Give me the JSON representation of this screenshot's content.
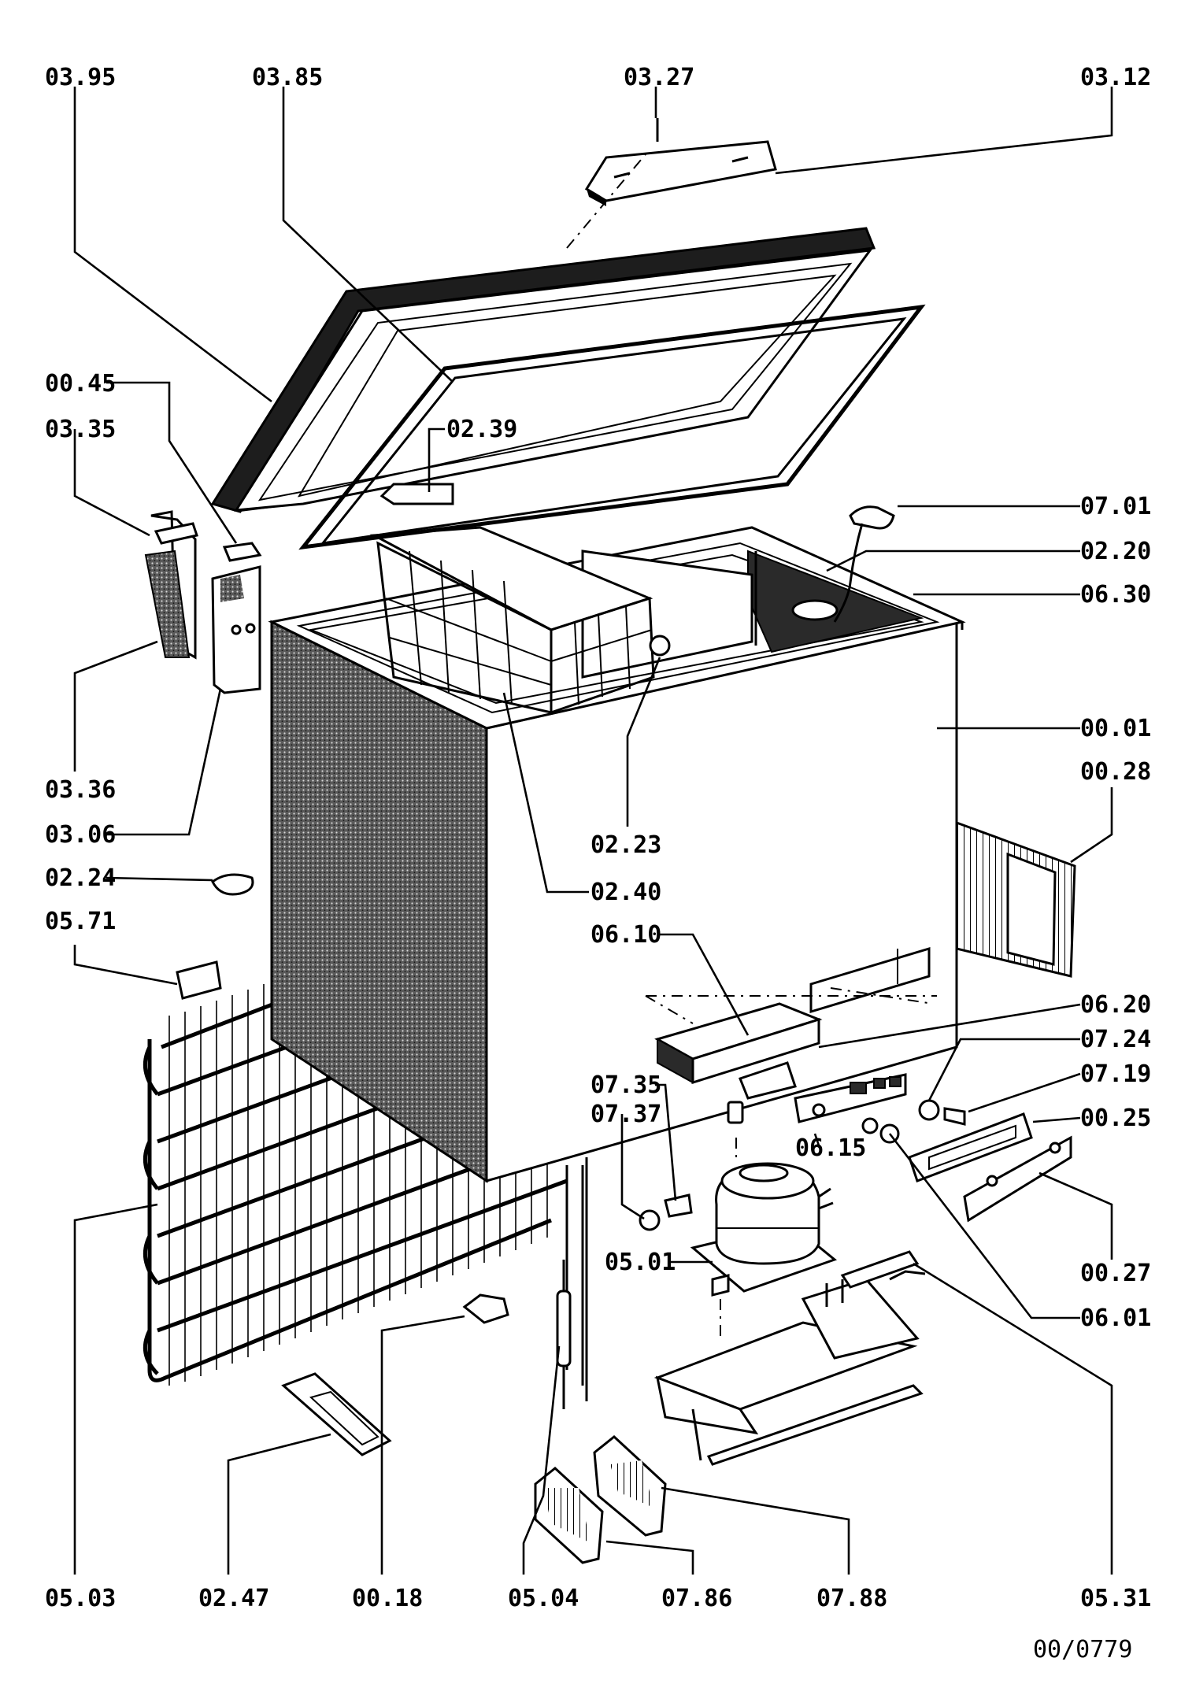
{
  "drawing": {
    "number": "00/0779",
    "parts": [
      {
        "id": "03.95"
      },
      {
        "id": "03.85"
      },
      {
        "id": "03.27"
      },
      {
        "id": "03.12"
      },
      {
        "id": "00.45"
      },
      {
        "id": "03.35"
      },
      {
        "id": "02.39"
      },
      {
        "id": "07.01"
      },
      {
        "id": "02.20"
      },
      {
        "id": "06.30"
      },
      {
        "id": "00.01"
      },
      {
        "id": "00.28"
      },
      {
        "id": "03.36"
      },
      {
        "id": "03.06"
      },
      {
        "id": "02.23"
      },
      {
        "id": "02.40"
      },
      {
        "id": "02.24"
      },
      {
        "id": "05.71"
      },
      {
        "id": "06.10"
      },
      {
        "id": "06.20"
      },
      {
        "id": "07.24"
      },
      {
        "id": "07.19"
      },
      {
        "id": "07.35"
      },
      {
        "id": "07.37"
      },
      {
        "id": "00.25"
      },
      {
        "id": "06.15"
      },
      {
        "id": "05.01"
      },
      {
        "id": "00.27"
      },
      {
        "id": "06.01"
      },
      {
        "id": "05.03"
      },
      {
        "id": "02.47"
      },
      {
        "id": "00.18"
      },
      {
        "id": "05.04"
      },
      {
        "id": "07.86"
      },
      {
        "id": "07.88"
      },
      {
        "id": "05.31"
      }
    ]
  }
}
